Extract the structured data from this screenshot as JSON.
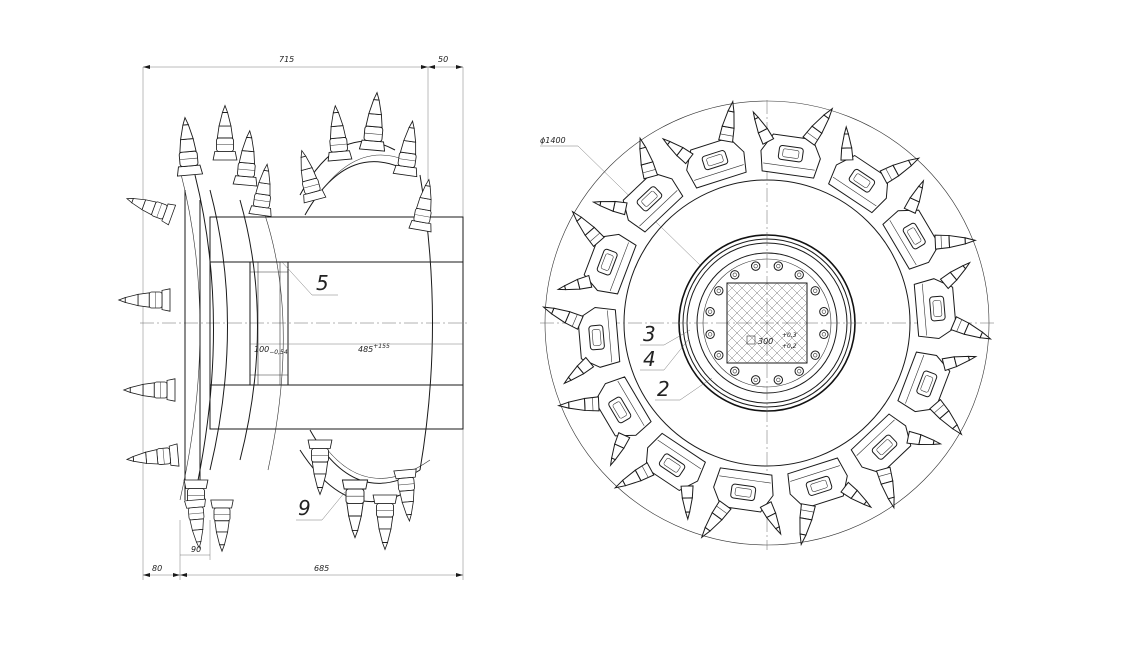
{
  "left_view": {
    "dimensions": {
      "overall_width": "715",
      "overhang": "50",
      "left_offset": "80",
      "right_span": "685",
      "disc_step": "90",
      "bore_length": "100",
      "bore_length_tol": "−0,54",
      "shaft_length": "485",
      "shaft_length_tol": "+155"
    },
    "callouts": {
      "shaft_label": "5",
      "pick_label": "9"
    }
  },
  "right_view": {
    "dimensions": {
      "diameter": "ϕ1400",
      "square_size": "300",
      "square_tol_upper": "+0,3",
      "square_tol_lower": "+0,2"
    },
    "callouts": {
      "label_3": "3",
      "label_4": "4",
      "label_2": "2"
    }
  }
}
